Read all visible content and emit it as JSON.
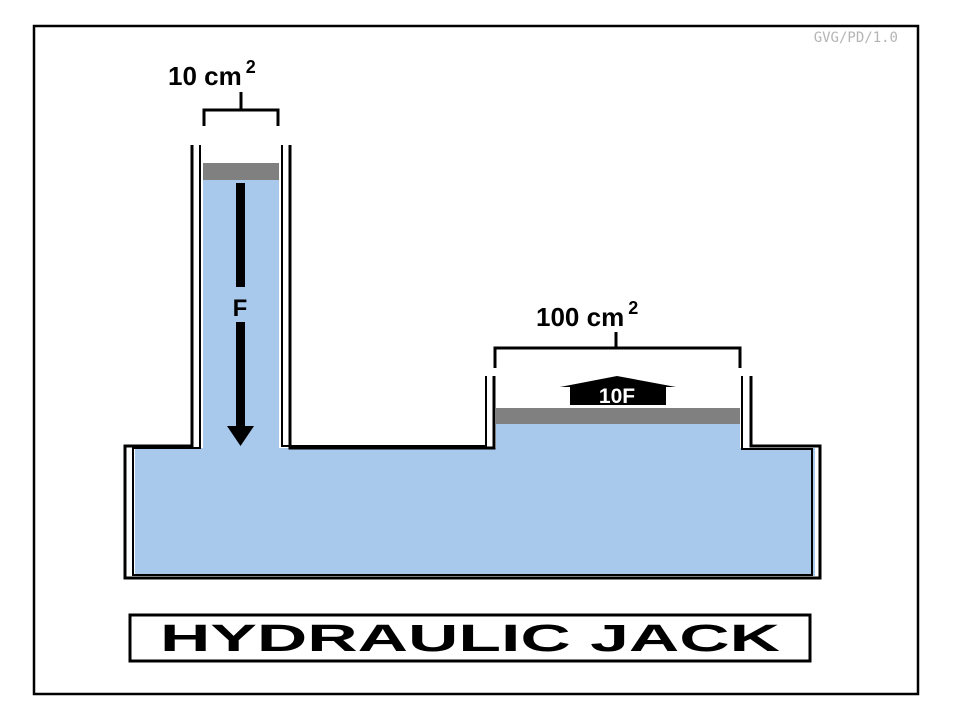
{
  "diagram": {
    "credit": "GVG/PD/1.0",
    "small_area": {
      "value": "10 cm",
      "exponent": "2"
    },
    "large_area": {
      "value": "100 cm",
      "exponent": "2"
    },
    "small_force": "F",
    "large_force": "10F",
    "title": "HYDRAULIC JACK"
  },
  "colors": {
    "fluid": "#a8c8ec",
    "piston": "#808080",
    "wall": "#000000",
    "background": "#ffffff"
  }
}
